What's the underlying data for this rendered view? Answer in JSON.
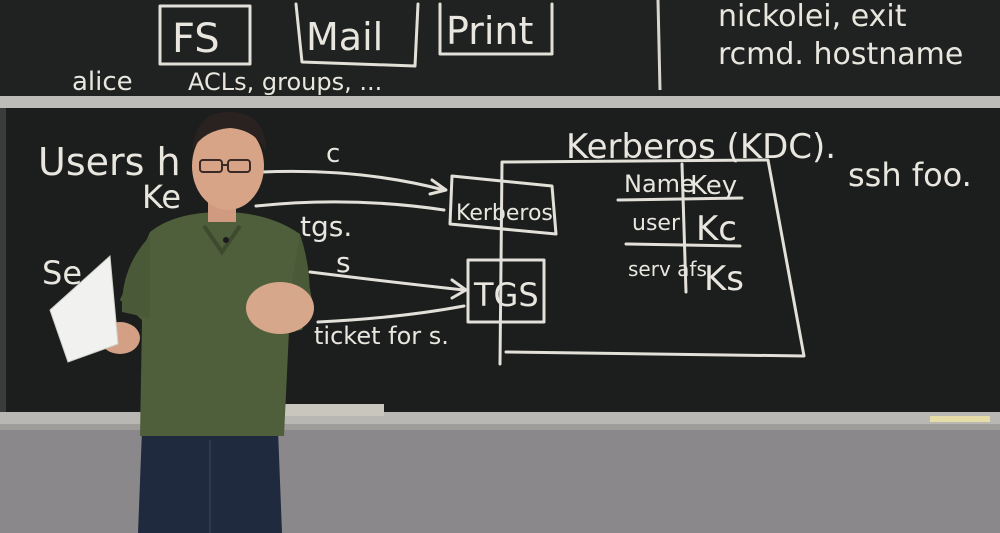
{
  "top_board": {
    "boxes": [
      "FS",
      "Mail",
      "Print"
    ],
    "left_text": [
      "alice",
      "ACLs, groups, ..."
    ],
    "right_text": [
      "nickolei, exit",
      "rcmd. hostname"
    ]
  },
  "main_board": {
    "left_labels": [
      "Users h",
      "Ke",
      "Se"
    ],
    "arrow_labels": [
      "c",
      "tgs.",
      "s",
      "ticket for s."
    ],
    "boxes": [
      "Kerberos",
      "TGS"
    ],
    "kdc_title": "Kerberos (KDC).",
    "table": {
      "headers": [
        "Name",
        "Key"
      ],
      "rows": [
        [
          "user",
          "Kc"
        ],
        [
          "serv afs",
          "Ks"
        ]
      ]
    },
    "right_text": "ssh foo."
  },
  "colors": {
    "board": "#1c1f1d",
    "chalk": "#e8e6df",
    "wall": "#8e8c8e",
    "shirt": "#4d5e3b",
    "jeans": "#1e2a40"
  }
}
